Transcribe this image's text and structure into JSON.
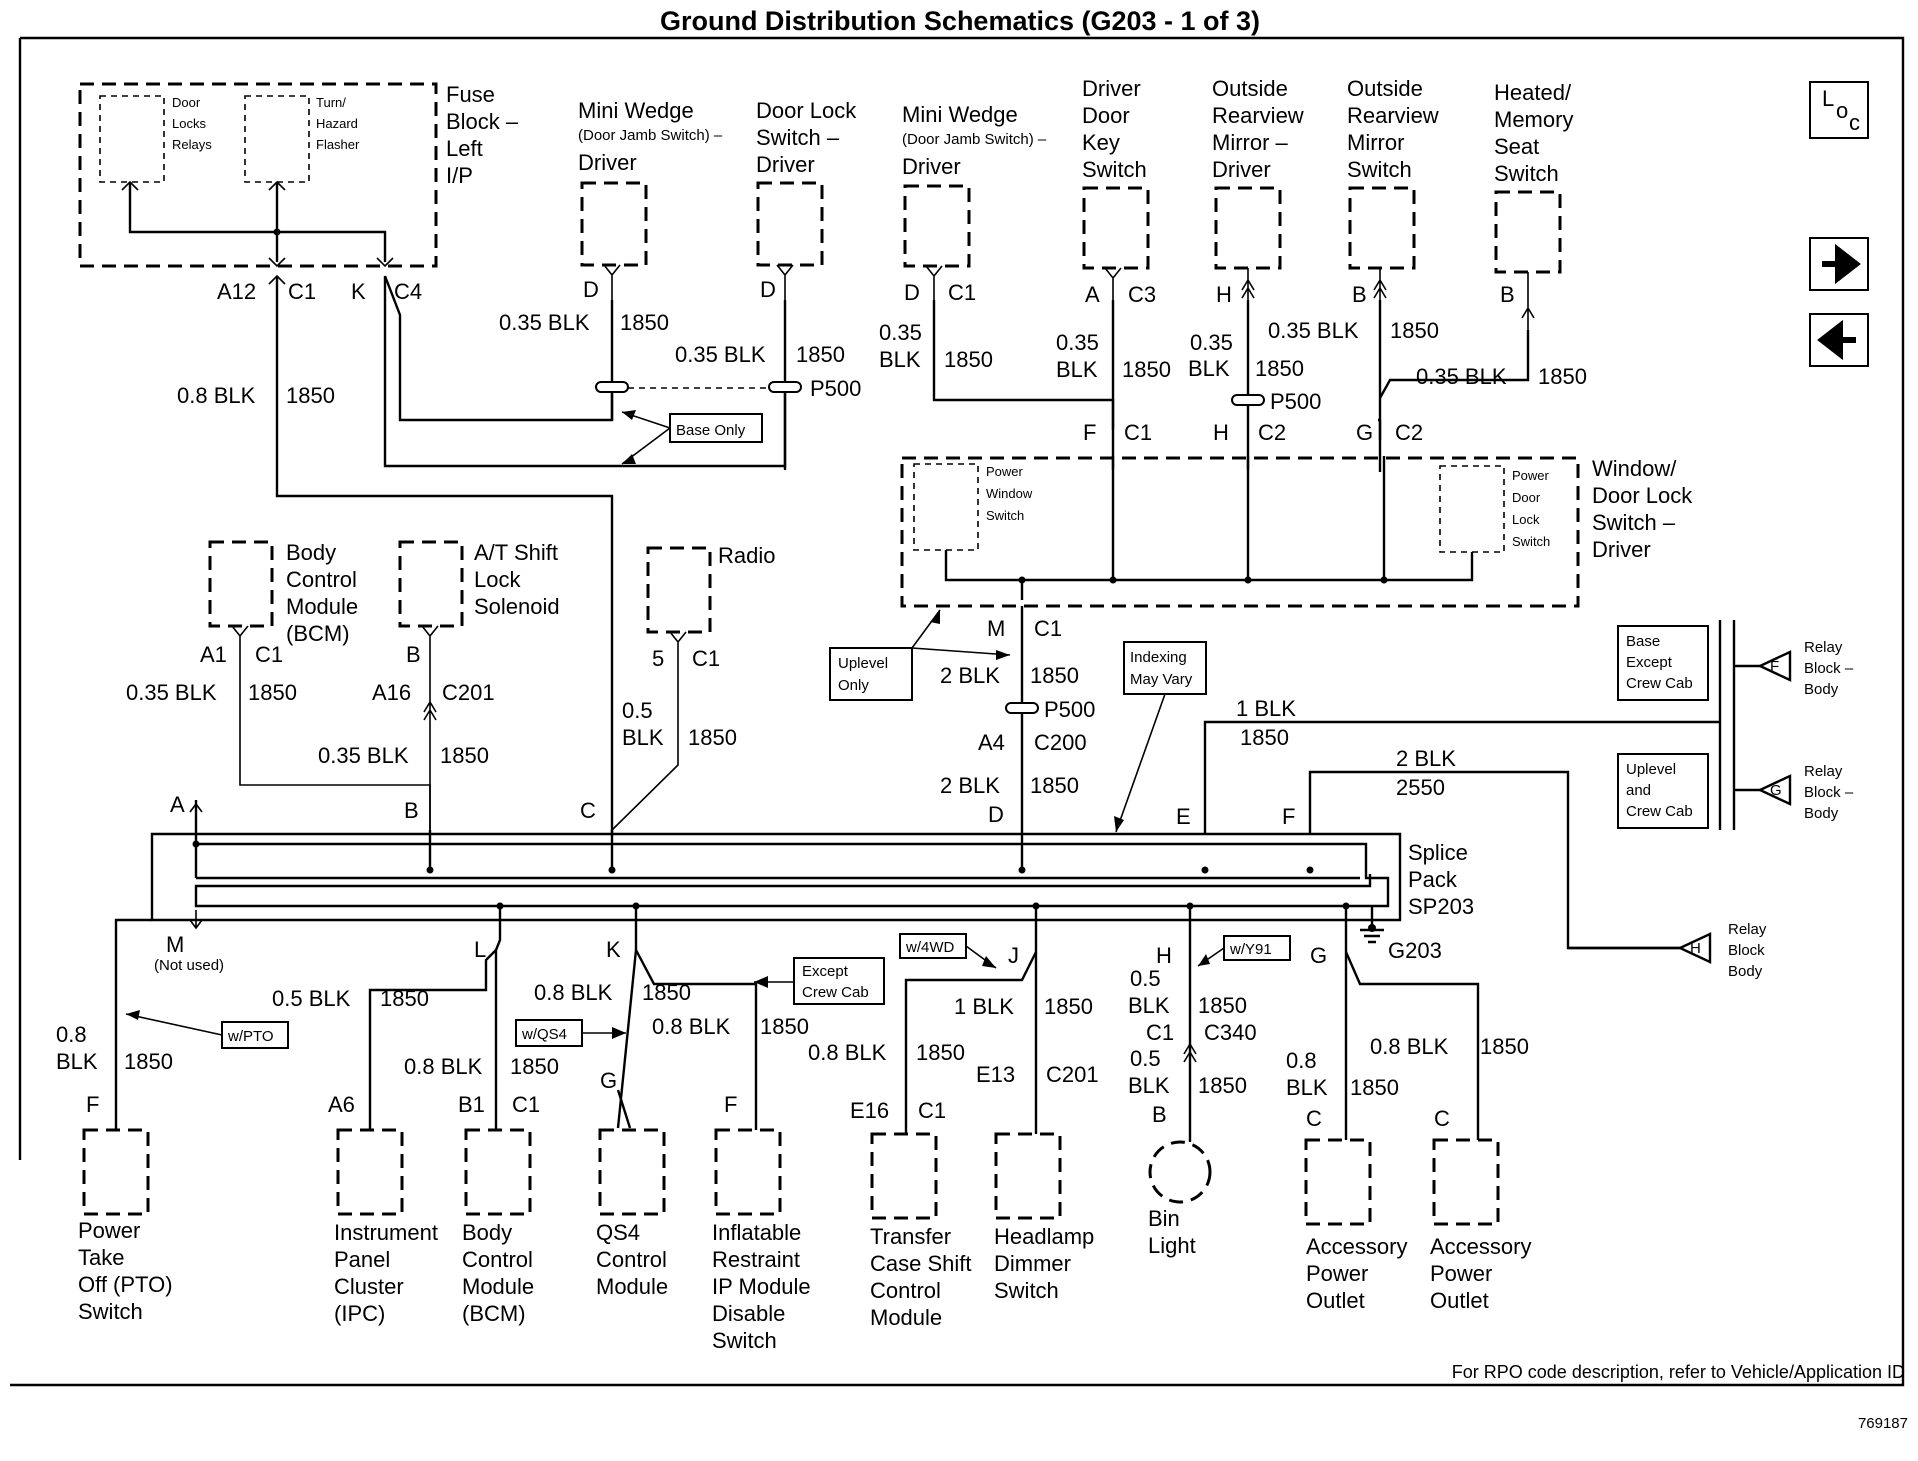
{
  "title": "Ground Distribution Schematics (G203 - 1 of 3)",
  "footer": "For RPO code description, refer to Vehicle/Application ID",
  "figure_number": "769187",
  "nav": {
    "loc_label": "LOC",
    "next_icon": "arrow-right-icon",
    "prev_icon": "arrow-left-icon"
  },
  "top_components": {
    "fuse_block": [
      "Fuse",
      "Block –",
      "Left",
      "I/P"
    ],
    "door_locks_relays": [
      "Door",
      "Locks",
      "Relays"
    ],
    "turn_hazard_flasher": [
      "Turn/",
      "Hazard",
      "Flasher"
    ],
    "mini_wedge_1": [
      "Mini Wedge",
      "(Door Jamb Switch) –",
      "Driver"
    ],
    "door_lock_switch": [
      "Door Lock",
      "Switch –",
      "Driver"
    ],
    "mini_wedge_2": [
      "Mini Wedge",
      "(Door Jamb Switch) –",
      "Driver"
    ],
    "door_key_switch": [
      "Driver",
      "Door",
      "Key",
      "Switch"
    ],
    "mirror_driver": [
      "Outside",
      "Rearview",
      "Mirror –",
      "Driver"
    ],
    "mirror_switch": [
      "Outside",
      "Rearview",
      "Mirror",
      "Switch"
    ],
    "heated_seat": [
      "Heated/",
      "Memory",
      "Seat",
      "Switch"
    ],
    "power_window_switch": [
      "Power",
      "Window",
      "Switch"
    ],
    "power_door_lock_switch": [
      "Power",
      "Door",
      "Lock",
      "Switch"
    ],
    "window_door_lock": [
      "Window/",
      "Door Lock",
      "Switch –",
      "Driver"
    ]
  },
  "middle_components": {
    "bcm": [
      "Body",
      "Control",
      "Module",
      "(BCM)"
    ],
    "at_shift": [
      "A/T Shift",
      "Lock",
      "Solenoid"
    ],
    "radio": "Radio",
    "splice_pack": [
      "Splice",
      "Pack",
      "SP203"
    ],
    "ground": "G203"
  },
  "relay_blocks": {
    "f": [
      "Relay",
      "Block –",
      "Body"
    ],
    "g": [
      "Relay",
      "Block –",
      "Body"
    ],
    "h": [
      "Relay",
      "Block",
      "Body"
    ]
  },
  "notes": {
    "base_only": "Base Only",
    "uplevel_only": [
      "Uplevel",
      "Only"
    ],
    "indexing": [
      "Indexing",
      "May Vary"
    ],
    "base_except_crew": [
      "Base",
      "Except",
      "Crew Cab"
    ],
    "uplevel_crew": [
      "Uplevel",
      "and",
      "Crew Cab"
    ],
    "w_pto": "w/PTO",
    "w_qs4": "w/QS4",
    "except_crew": [
      "Except",
      "Crew Cab"
    ],
    "w_4wd": "w/4WD",
    "w_y91": "w/Y91"
  },
  "bottom_components": {
    "pto": [
      "Power",
      "Take",
      "Off (PTO)",
      "Switch"
    ],
    "ipc": [
      "Instrument",
      "Panel",
      "Cluster",
      "(IPC)"
    ],
    "bcm2": [
      "Body",
      "Control",
      "Module",
      "(BCM)"
    ],
    "qs4": [
      "QS4",
      "Control",
      "Module"
    ],
    "inflatable": [
      "Inflatable",
      "Restraint",
      "IP Module",
      "Disable",
      "Switch"
    ],
    "transfer_case": [
      "Transfer",
      "Case Shift",
      "Control",
      "Module"
    ],
    "headlamp": [
      "Headlamp",
      "Dimmer",
      "Switch"
    ],
    "bin_light": [
      "Bin",
      "Light"
    ],
    "acc1": [
      "Accessory",
      "Power",
      "Outlet"
    ],
    "acc2": [
      "Accessory",
      "Power",
      "Outlet"
    ]
  },
  "wire_labels": {
    "fuse_wire": [
      "0.8 BLK",
      "1850"
    ],
    "mw1_wire": [
      "0.35 BLK",
      "1850"
    ],
    "dls_wire": [
      "0.35 BLK",
      "1850"
    ],
    "mw2_wire": [
      "0.35",
      "BLK",
      "1850"
    ],
    "dks_wire": [
      "0.35",
      "BLK",
      "1850"
    ],
    "mir_wire": [
      "0.35",
      "BLK",
      "1850"
    ],
    "mirsw_wire": [
      "0.35 BLK",
      "1850"
    ],
    "seat_wire": [
      "0.35 BLK",
      "1850"
    ],
    "m_wire": [
      "2 BLK",
      "1850"
    ],
    "d_wire": [
      "2 BLK",
      "1850"
    ],
    "bcm_wire": [
      "0.35 BLK",
      "1850"
    ],
    "at_wire": [
      "0.35 BLK",
      "1850"
    ],
    "radio_wire": [
      "0.5",
      "BLK",
      "1850"
    ],
    "e_wire": [
      "1 BLK",
      "1850"
    ],
    "f_wire": [
      "2 BLK",
      "2550"
    ],
    "pto_wire": [
      "0.8",
      "BLK",
      "1850"
    ],
    "ipc_wire": [
      "0.5 BLK",
      "1850"
    ],
    "bcm2_wire": [
      "0.8 BLK",
      "1850"
    ],
    "k_wire": [
      "0.8 BLK",
      "1850"
    ],
    "qs4_wire": [
      "0.8 BLK",
      "1850"
    ],
    "j_wire": [
      "1 BLK",
      "1850"
    ],
    "tc_wire": [
      "0.8 BLK",
      "1850"
    ],
    "bin_wire_top": [
      "0.5",
      "BLK",
      "1850"
    ],
    "bin_wire_bot": [
      "0.5",
      "BLK",
      "1850"
    ],
    "acc1_wire": [
      "0.8",
      "BLK",
      "1850"
    ],
    "acc2_wire": [
      "0.8 BLK",
      "1850"
    ]
  },
  "pins": {
    "fuse_a12": "A12",
    "fuse_c1": "C1",
    "fuse_k": "K",
    "fuse_c4": "C4",
    "mw1_d": "D",
    "dls_d": "D",
    "mw2_d": "D",
    "mw2_c1": "C1",
    "dks_a": "A",
    "dks_c3": "C3",
    "mir_h": "H",
    "mirsw_b": "B",
    "seat_b": "B",
    "p500_a": "P500",
    "p500_b": "P500",
    "p500_c": "P500",
    "wd_f": "F",
    "wd_c1": "C1",
    "wd_h": "H",
    "wd_c2a": "C2",
    "wd_g": "G",
    "wd_c2b": "C2",
    "m": "M",
    "m_c1": "C1",
    "a4": "A4",
    "c200": "C200",
    "bcm_a1": "A1",
    "bcm_c1": "C1",
    "at_b": "B",
    "a16": "A16",
    "c201": "C201",
    "radio_5": "5",
    "radio_c1": "C1",
    "sp_a": "A",
    "sp_b": "B",
    "sp_c": "C",
    "sp_d": "D",
    "sp_e": "E",
    "sp_f": "F",
    "sp_m": "M",
    "not_used": "(Not used)",
    "sp_l": "L",
    "sp_k": "K",
    "sp_j": "J",
    "sp_h": "H",
    "sp_g": "G",
    "pto_f": "F",
    "ipc_a6": "A6",
    "bcm2_b1": "B1",
    "bcm2_c1": "C1",
    "qs4_g": "G",
    "inf_f": "F",
    "tc_e16": "E16",
    "tc_c1": "C1",
    "hd_e13": "E13",
    "hd_c201": "C201",
    "bin_c1": "C1",
    "bin_c340": "C340",
    "bin_b": "B",
    "acc1_c": "C",
    "acc2_c": "C",
    "rb_f": "F",
    "rb_g": "G",
    "rb_h": "H"
  }
}
